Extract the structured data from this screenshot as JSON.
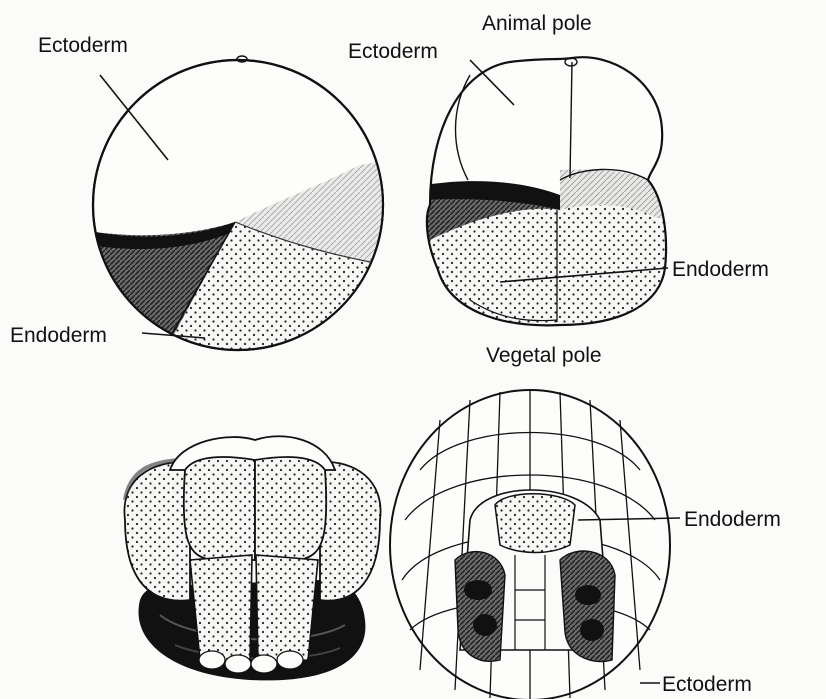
{
  "labels": {
    "fig1_ectoderm": "Ectoderm",
    "fig1_endoderm": "Endoderm",
    "fig2_ectoderm": "Ectoderm",
    "fig2_animal_pole": "Animal pole",
    "fig2_endoderm": "Endoderm",
    "fig2_vegetal_pole": "Vegetal pole",
    "fig4_endoderm": "Endoderm",
    "fig4_ectoderm": "Ectoderm"
  },
  "colors": {
    "ink": "#111111",
    "paper": "#fbfbfa",
    "dark_tissue": "#1a1a1a",
    "shade": "#555555"
  }
}
